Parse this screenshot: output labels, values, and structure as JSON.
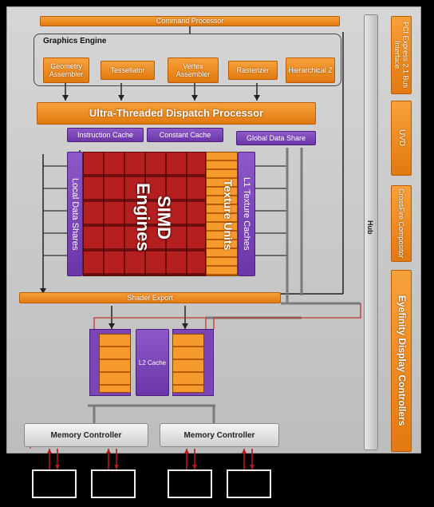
{
  "diagram": {
    "command_processor": "Command Processor",
    "graphics_engine": {
      "title": "Graphics Engine",
      "blocks": [
        "Geometry Assembler",
        "Tessellator",
        "Vertex Assembler",
        "Rasterizer",
        "Hierarchical Z"
      ]
    },
    "dispatch": "Ultra-Threaded Dispatch Processor",
    "instruction_cache": "Instruction Cache",
    "constant_cache": "Constant Cache",
    "global_data_share": "Global Data Share",
    "local_data_shares": "Local Data Shares",
    "simd_engines": "SIMD Engines",
    "texture_units": "Texture Units",
    "l1_texture_caches": "L1 Texture Caches",
    "shader_export": "Shader Export",
    "l2_cache": "L2 Cache",
    "memory_controllers": [
      "Memory Controller",
      "Memory Controller"
    ],
    "hub": "Hub",
    "right_blocks": [
      "PCI Express 2.1 Bus Interface",
      "UVD",
      "CrossFire Compositor",
      "Eyefinity Display Controllers"
    ]
  },
  "colors": {
    "panel": "#c9c9c9",
    "orange": "#f28c1e",
    "purple": "#7b45b8",
    "red": "#b01a1a"
  }
}
